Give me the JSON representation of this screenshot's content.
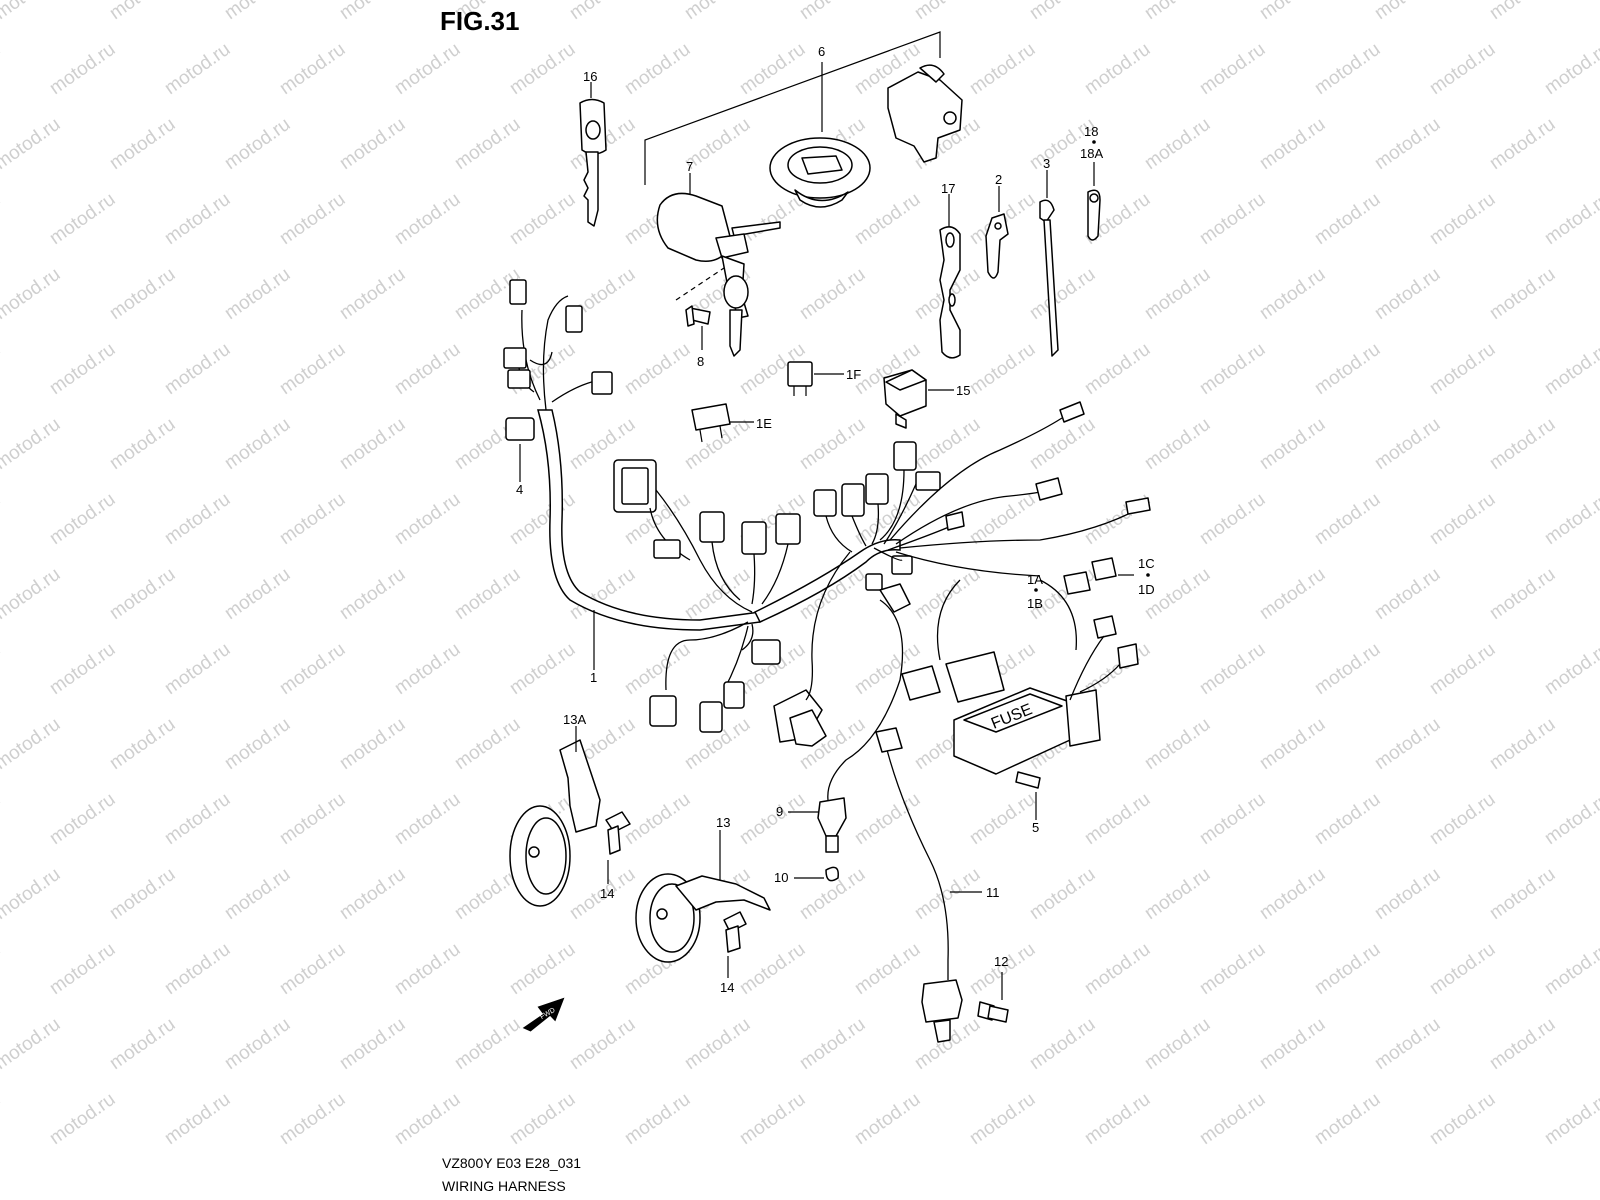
{
  "figure": {
    "title": "FIG.31",
    "model_code": "VZ800Y E03 E28_031",
    "caption": "WIRING HARNESS"
  },
  "watermark": {
    "text": "motod.ru",
    "color": "#cfcfcf"
  },
  "callouts": {
    "c1": "1",
    "c1a": "1A",
    "c1b": "1B",
    "c1c": "1C",
    "c1d": "1D",
    "c1e": "1E",
    "c1f": "1F",
    "c2": "2",
    "c3": "3",
    "c4": "4",
    "c5": "5",
    "c6": "6",
    "c7": "7",
    "c8": "8",
    "c9": "9",
    "c10": "10",
    "c11": "11",
    "c12": "12",
    "c13": "13",
    "c13a": "13A",
    "c14a": "14",
    "c14b": "14",
    "c15": "15",
    "c16": "16",
    "c17": "17",
    "c18": "18",
    "c18a": "18A"
  },
  "fuse_box": {
    "label": "FUSE"
  },
  "direction_arrow": {
    "label": "FWD"
  }
}
